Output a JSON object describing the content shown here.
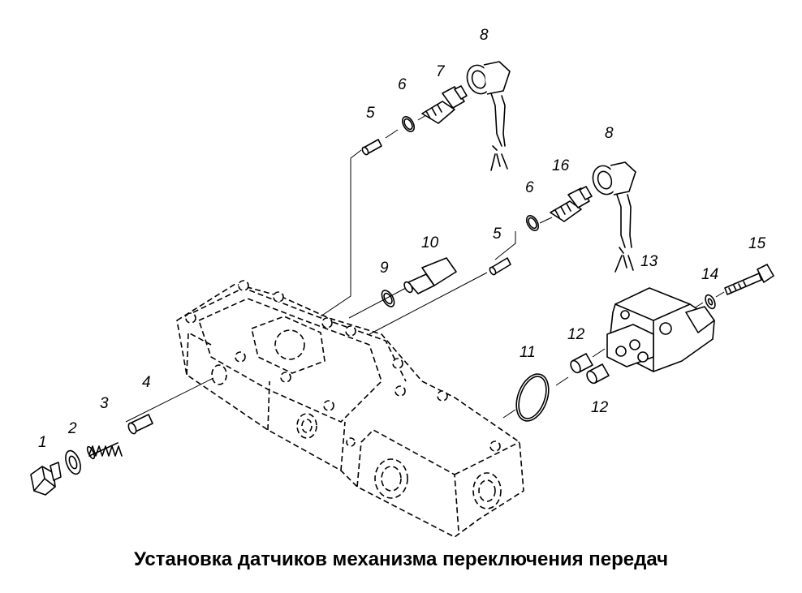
{
  "caption": "Установка датчиков механизма переключения передач",
  "labels": {
    "p1": "1",
    "p2": "2",
    "p3": "3",
    "p4": "4",
    "p5a": "5",
    "p5b": "5",
    "p6a": "6",
    "p6b": "6",
    "p7": "7",
    "p8a": "8",
    "p8b": "8",
    "p9": "9",
    "p10": "10",
    "p11": "11",
    "p12a": "12",
    "p12b": "12",
    "p13": "13",
    "p14": "14",
    "p15": "15",
    "p16": "16"
  }
}
